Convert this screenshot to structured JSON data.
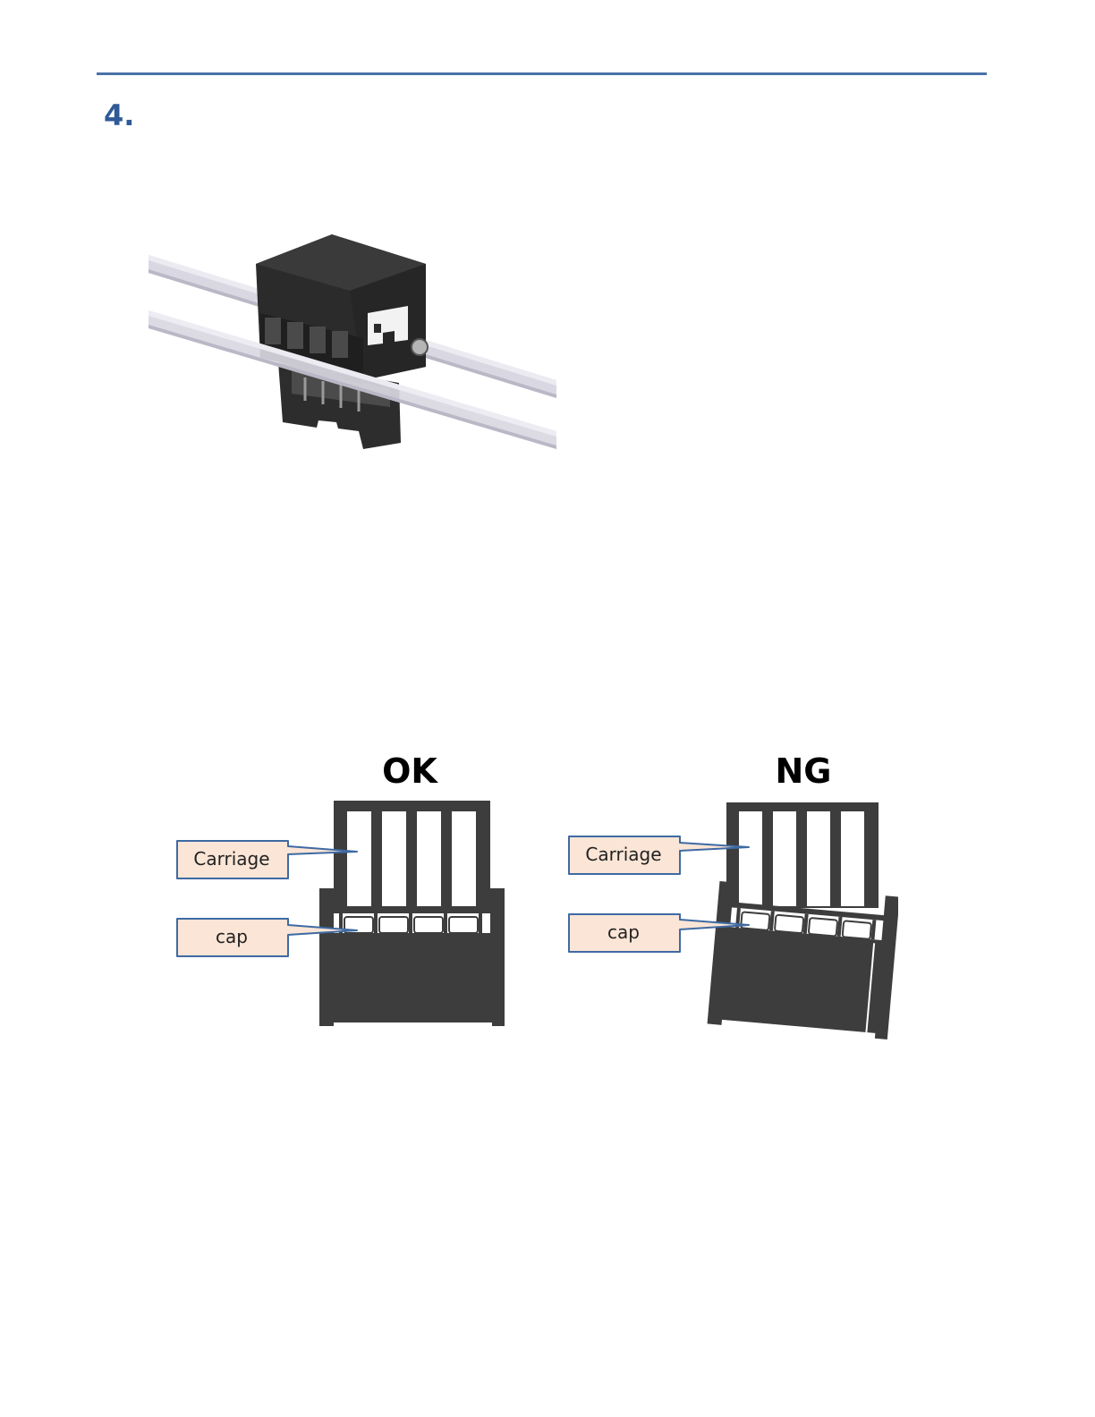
{
  "step": {
    "number": "4."
  },
  "colors": {
    "rule": "#4a72a8",
    "step_number": "#2f5a96",
    "part_dark": "#3d3d3d",
    "callout_fill": "#fbe5d6",
    "callout_border": "#3e6aa3",
    "rail": "#d9d8e2"
  },
  "ok_diagram": {
    "heading": "OK",
    "carriage_label": "Carriage",
    "cap_label": "cap"
  },
  "ng_diagram": {
    "heading": "NG",
    "carriage_label": "Carriage",
    "cap_label": "cap"
  }
}
